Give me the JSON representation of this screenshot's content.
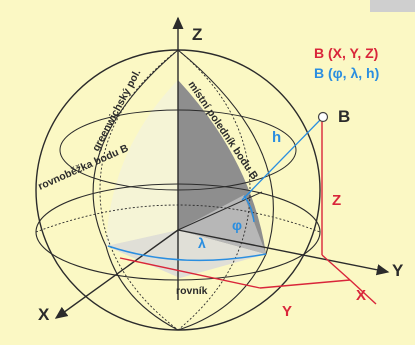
{
  "labels": {
    "axis_z": "Z",
    "axis_x": "X",
    "axis_y": "Y",
    "point_b": "B",
    "coord_cartesian": "B (X, Y, Z)",
    "coord_geodetic": "B (φ, λ, h)",
    "height_h": "h",
    "latitude_phi": "φ",
    "longitude_lambda": "λ",
    "cart_z": "Z",
    "cart_x": "X",
    "cart_y": "Y",
    "greenwich_meridian": "greenwichský pol.",
    "local_meridian": "místní poledník bodu B",
    "parallel": "rovnoběžka bodu B",
    "equator": "rovník"
  },
  "colors": {
    "background": "#fbf8c4",
    "cartesian": "#d9263a",
    "geodetic": "#2a8ee0",
    "line": "#2b2b2b",
    "plane_fill": "#d2d2d2",
    "meridian_fill": "#8e8e8e"
  }
}
